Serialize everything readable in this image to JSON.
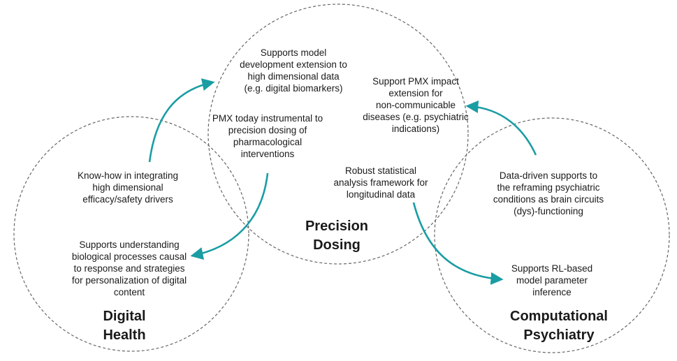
{
  "colors": {
    "arrow": "#1a9da3",
    "circle_stroke": "#666666",
    "text": "#1a1a1a"
  },
  "circles": {
    "precision_dosing": {
      "title": "Precision\nDosing"
    },
    "digital_health": {
      "title": "Digital\nHealth"
    },
    "computational_psychiatry": {
      "title": "Computational\nPsychiatry"
    }
  },
  "notes": {
    "model_extension": "Supports model\ndevelopment extension to\nhigh dimensional data\n(e.g. digital biomarkers)",
    "pmx_impact": "Support PMX impact\nextension for\nnon-communicable\ndiseases (e.g. psychiatric\nindications)",
    "pmx_today": "PMX today instrumental to\nprecision dosing of\npharmacological\ninterventions",
    "robust_stats": "Robust statistical\nanalysis framework for\nlongitudinal data",
    "know_how": "Know-how in integrating\nhigh dimensional\nefficacy/safety drivers",
    "bio_processes": "Supports understanding\nbiological processes causal\nto response and strategies\nfor personalization of digital\ncontent",
    "data_driven": "Data-driven supports to\nthe reframing psychiatric\nconditions as brain circuits\n(dys)-functioning",
    "rl_based": "Supports RL-based\nmodel parameter\ninference"
  },
  "arrows": [
    {
      "from": "know_how",
      "to": "model_extension"
    },
    {
      "from": "pmx_today",
      "to": "bio_processes"
    },
    {
      "from": "data_driven",
      "to": "pmx_impact"
    },
    {
      "from": "robust_stats",
      "to": "rl_based"
    }
  ]
}
